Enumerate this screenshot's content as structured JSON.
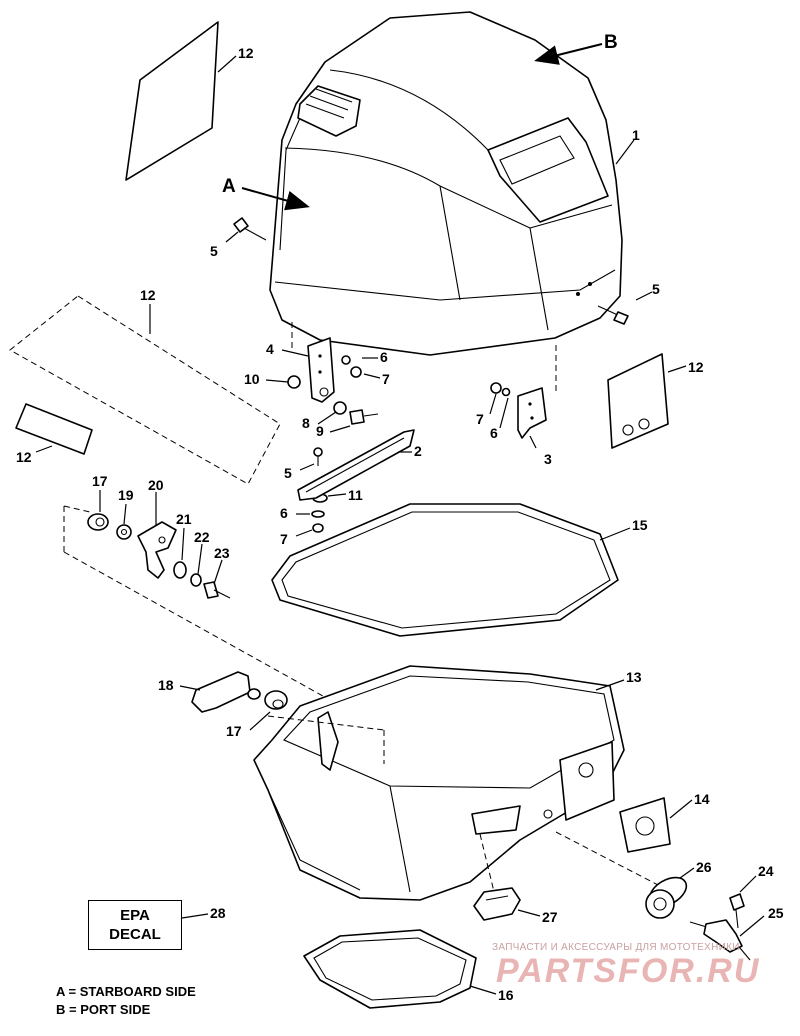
{
  "callouts": {
    "p1": "1",
    "p2": "2",
    "p3": "3",
    "p4": "4",
    "p5a": "5",
    "p5b": "5",
    "p5c": "5",
    "p6a": "6",
    "p6b": "6",
    "p6c": "6",
    "p7a": "7",
    "p7b": "7",
    "p7c": "7",
    "p8": "8",
    "p9": "9",
    "p10": "10",
    "p11": "11",
    "p12a": "12",
    "p12b": "12",
    "p12c": "12",
    "p12d": "12",
    "p13": "13",
    "p14": "14",
    "p15": "15",
    "p16": "16",
    "p17a": "17",
    "p17b": "17",
    "p18": "18",
    "p19": "19",
    "p20": "20",
    "p21": "21",
    "p22": "22",
    "p23": "23",
    "p24": "24",
    "p25": "25",
    "p26": "26",
    "p27": "27",
    "p28": "28"
  },
  "view_labels": {
    "a": "A",
    "b": "B"
  },
  "decal_box": {
    "line1": "EPA",
    "line2": "DECAL"
  },
  "legend": {
    "a": "A = STARBOARD SIDE",
    "b": "B = PORT SIDE"
  },
  "watermark": {
    "tagline": "ЗАПЧАСТИ И АКСЕССУАРЫ ДЛЯ МОТОТЕХНИКИ",
    "logo": "PARTSFOR.RU"
  }
}
